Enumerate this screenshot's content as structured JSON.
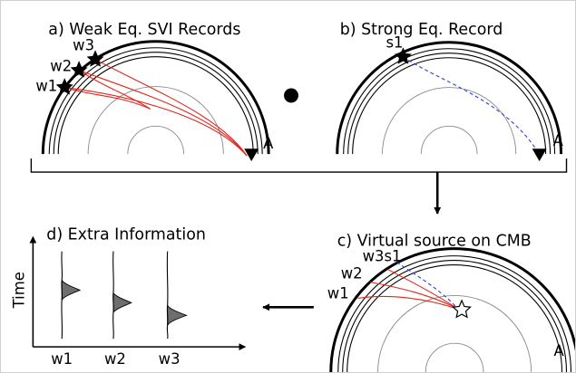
{
  "panels": {
    "a": {
      "title": "a) Weak Eq. SVI Records",
      "stations": [
        "w1",
        "w2",
        "w3"
      ],
      "receiver": "A"
    },
    "b": {
      "title": "b) Strong Eq. Record",
      "station": "s1",
      "receiver": "A"
    },
    "c": {
      "title": "c) Virtual source on CMB",
      "stations": [
        "w1",
        "w2",
        "w3s1"
      ],
      "receiver": "A"
    },
    "d": {
      "title": "d) Extra Information",
      "ylabel": "Time",
      "traces": [
        "w1",
        "w2",
        "w3"
      ]
    }
  },
  "colors": {
    "weak_rays": "#e0261b",
    "strong_ray": "#2a3fd6",
    "pulse_fill": "#6e6e6e"
  }
}
